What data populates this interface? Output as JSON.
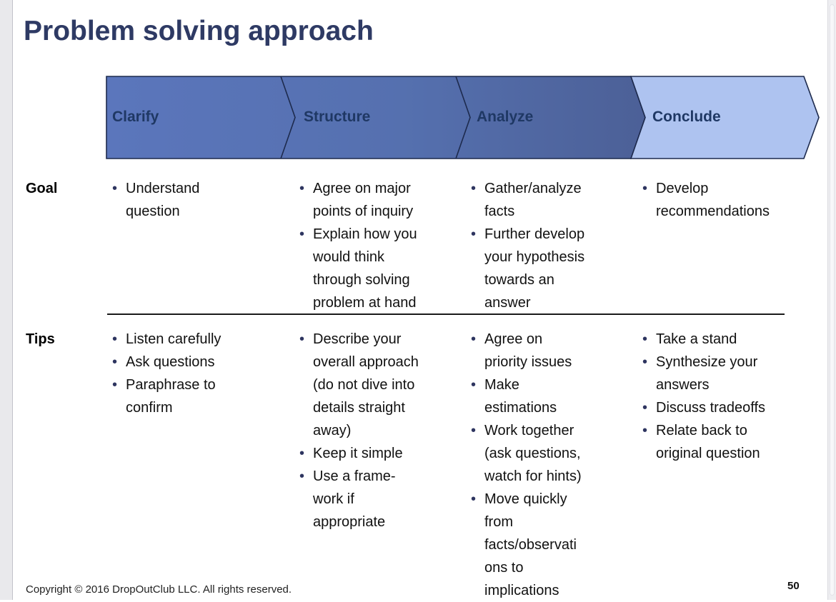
{
  "title": "Problem solving approach",
  "process": {
    "stages": [
      {
        "label": "Clarify"
      },
      {
        "label": "Structure"
      },
      {
        "label": "Analyze"
      },
      {
        "label": "Conclude"
      }
    ]
  },
  "table": {
    "rows": [
      {
        "label": "Goal",
        "columns": [
          [
            "Understand\nquestion"
          ],
          [
            "Agree on major\npoints of inquiry",
            "Explain how you\nwould think\nthrough solving\nproblem at hand"
          ],
          [
            "Gather/analyze\nfacts",
            "Further develop\nyour hypothesis\ntowards an\nanswer"
          ],
          [
            "Develop\nrecommendations"
          ]
        ]
      },
      {
        "label": "Tips",
        "columns": [
          [
            "Listen carefully",
            "Ask questions",
            "Paraphrase to\nconfirm"
          ],
          [
            "Describe your\noverall approach\n(do not dive into\ndetails straight\naway)",
            "Keep it simple",
            "Use a frame-\nwork if\nappropriate"
          ],
          [
            "Agree on\npriority issues",
            "Make\nestimations",
            "Work together\n(ask questions,\nwatch for hints)",
            "Move quickly\nfrom\nfacts/observati\nons to\nimplications"
          ],
          [
            "Take a stand",
            "Synthesize your\nanswers",
            "Discuss tradeoffs",
            "Relate back to\noriginal question"
          ]
        ]
      }
    ]
  },
  "footer": {
    "copyright": "Copyright © 2016 DropOutClub LLC. All rights reserved.",
    "page_number": "50"
  },
  "colors": {
    "title_text": "#2e3a64",
    "stage_label_text": "#1f3864",
    "chevron_dark_start": "#5b76bc",
    "chevron_dark_end": "#4c6097",
    "chevron_light": "#aec3f0",
    "chevron_outline": "#1d2a4d",
    "bullet_dot": "#2e3560",
    "body_text": "#111111"
  }
}
